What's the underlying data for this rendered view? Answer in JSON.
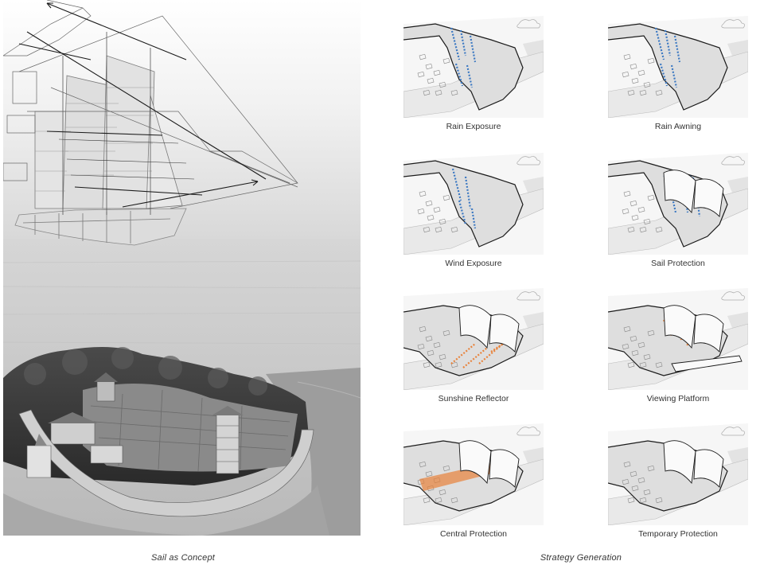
{
  "captions": {
    "left": "Sail as Concept",
    "right": "Strategy Generation"
  },
  "strategy_tiles": [
    {
      "label": "Rain Exposure",
      "overlay": "rain-arrows",
      "accent": "#3b78c2"
    },
    {
      "label": "Rain Awning",
      "overlay": "rain-arrows",
      "accent": "#3b78c2"
    },
    {
      "label": "Wind Exposure",
      "overlay": "wind-arrows",
      "accent": "#3b78c2"
    },
    {
      "label": "Sail Protection",
      "overlay": "sail-arrows",
      "accent": "#3b78c2"
    },
    {
      "label": "Sunshine Reflector",
      "overlay": "sun-arrows",
      "accent": "#e8823a"
    },
    {
      "label": "Viewing Platform",
      "overlay": "platform-arrows",
      "accent": "#e8823a"
    },
    {
      "label": "Central Protection",
      "overlay": "central-band",
      "accent": "#e8823a"
    },
    {
      "label": "Temporary Protection",
      "overlay": "none",
      "accent": "#888888"
    }
  ],
  "colors": {
    "rain_blue": "#3b78c2",
    "sun_orange": "#e8823a",
    "line_dark": "#1a1a1a",
    "sea_gray": "#c9c9c9"
  }
}
